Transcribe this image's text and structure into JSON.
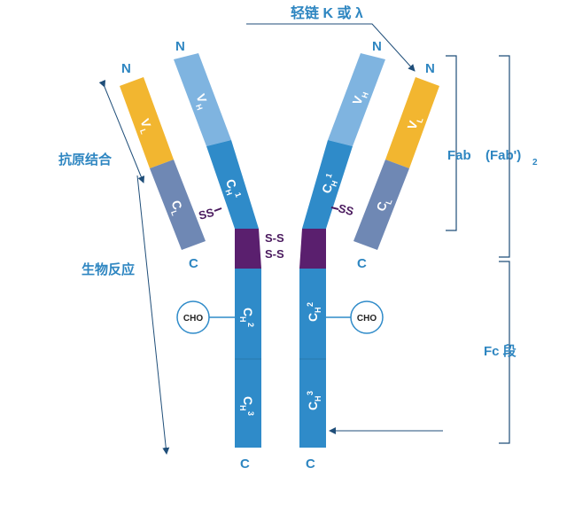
{
  "labels": {
    "light_chain": "轻链 K 或 λ",
    "antigen_binding": "抗原结合",
    "biological_response": "生物反应",
    "fab": "Fab",
    "fab2": "(Fab')",
    "fab2_sub": "2",
    "fc": "Fc 段",
    "n": "N",
    "c": "C",
    "disulfide": "S-S",
    "disulfide_short": "SS",
    "cho": "CHO"
  },
  "domains": {
    "vl": "V",
    "vl_sub": "L",
    "cl": "C",
    "cl_sub": "L",
    "vh": "V",
    "vh_sub": "H",
    "ch1": "C",
    "ch1_sub": "H",
    "ch1_sup": "1",
    "ch2": "C",
    "ch2_sub": "H",
    "ch2_sup": "2",
    "ch3": "C",
    "ch3_sub": "H",
    "ch3_sup": "3"
  },
  "colors": {
    "vl": "#f2b630",
    "cl": "#6f88b4",
    "vh": "#7fb4e0",
    "ch": "#2f8bc9",
    "hinge": "#5a1f6e",
    "label": "#2e86c1",
    "line": "#1f4e79"
  }
}
